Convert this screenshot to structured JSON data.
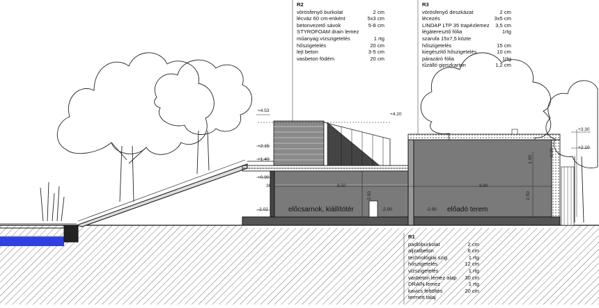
{
  "r2": {
    "title": "R2",
    "items": [
      {
        "name": "vörösfenyő burkolat",
        "value": "2 cm"
      },
      {
        "name": "lécváz 60 cm-enként",
        "value": "5x3 cm"
      },
      {
        "name": "betonvezető sávok",
        "value": "5-8 cm"
      },
      {
        "name": "STYROFOAM drain lemez",
        "value": ""
      },
      {
        "name": "műanyag vízszigetelés",
        "value": "1 rtg"
      },
      {
        "name": "hőszigetelés",
        "value": "20 cm"
      },
      {
        "name": "lejt beton",
        "value": "3-5 cm"
      },
      {
        "name": "vasbeton födém",
        "value": "20 cm"
      }
    ]
  },
  "r3": {
    "title": "R3",
    "items": [
      {
        "name": "vörösfenyő deszkázat",
        "value": "2 cm"
      },
      {
        "name": "lécezés",
        "value": "3x5 cm"
      },
      {
        "name": "LINDAP LTP 35 trapézlemez",
        "value": "3,5 cm"
      },
      {
        "name": "légáteresztő fólia",
        "value": "1rtg"
      },
      {
        "name": "szarufa 15x7,5   közte",
        "value": ""
      },
      {
        "name": "hőszigetelés",
        "value": "15 cm"
      },
      {
        "name": "kiegészítő hőszigetelés",
        "value": "10 cm"
      },
      {
        "name": "párazáró fólia",
        "value": "1rtg"
      },
      {
        "name": "tűzálló gipszkarton",
        "value": "1,2 cm"
      }
    ]
  },
  "r1": {
    "title": "R1",
    "items": [
      {
        "name": "padlóburkolat",
        "value": "2 cm"
      },
      {
        "name": "aljzatbeton",
        "value": "6 cm"
      },
      {
        "name": "technológiai szig.",
        "value": "1 rtg"
      },
      {
        "name": "hőszigetelés",
        "value": "12 cm"
      },
      {
        "name": "vízszigetelés",
        "value": "1 rtg"
      },
      {
        "name": "vasbeton lemez alap",
        "value": "30 cm"
      },
      {
        "name": "DRAIN lemez",
        "value": "1 rtg"
      },
      {
        "name": "kavics feltöltés",
        "value": "20 cm"
      },
      {
        "name": "termett talaj",
        "value": ""
      }
    ]
  },
  "levels": {
    "l453": "+4.53",
    "l420": "+4.20",
    "l215": "+2.15",
    "l140": "+1.40",
    "l090": "+0.90",
    "m202a": "-2.02",
    "m200a": "-2.00",
    "m200b": "-2.00",
    "r_top": "+3.30",
    "r_mid": "+2.10"
  },
  "dims": {
    "d36": "36",
    "d850": "8.50",
    "d880": "8.80",
    "d250a": "2.50",
    "d250b": "2.50",
    "d100": "1.00",
    "d030": "0.30"
  },
  "rooms": {
    "lobby": "előcsarnok, kiállítótér",
    "hall": "előadó terem"
  },
  "colors": {
    "water": "#2f3fe0",
    "wall": "#7a7a7a",
    "line": "#111111"
  }
}
